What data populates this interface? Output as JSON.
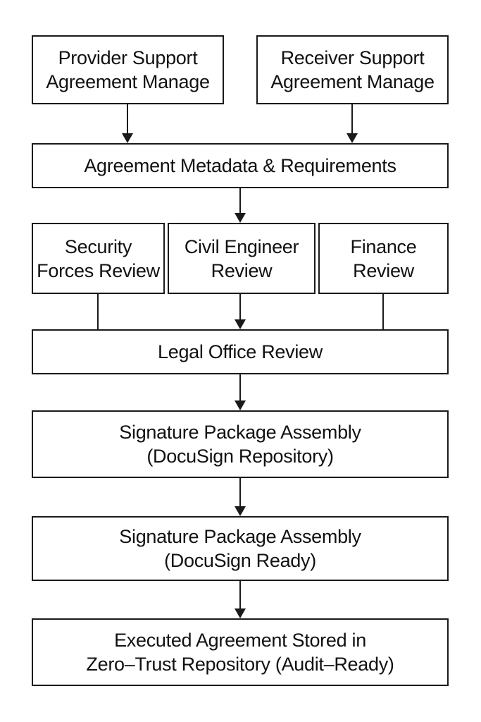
{
  "colors": {
    "background": "#ffffff",
    "line": "#1a1a1a",
    "text": "#111111"
  },
  "flowchart": {
    "nodes": [
      {
        "id": "provider-support-agreement-manage",
        "lines": [
          "Provider Support",
          "Agreement Manage"
        ]
      },
      {
        "id": "receiver-support-agreement-manage",
        "lines": [
          "Receiver Support",
          "Agreement Manage"
        ]
      },
      {
        "id": "agreement-metadata-requirements",
        "lines": [
          "Agreement Metadata & Requirements"
        ]
      },
      {
        "id": "security-forces-review",
        "lines": [
          "Security",
          "Forces Review"
        ]
      },
      {
        "id": "civil-engineer-review",
        "lines": [
          "Civil Engineer",
          "Review"
        ]
      },
      {
        "id": "finance-review",
        "lines": [
          "Finance",
          "Review"
        ]
      },
      {
        "id": "legal-office-review",
        "lines": [
          "Legal Office Review"
        ]
      },
      {
        "id": "signature-package-assembly-docusign-repository",
        "lines": [
          "Signature Package Assembly",
          "(DocuSign Repository)"
        ]
      },
      {
        "id": "signature-package-assembly-docusign-ready",
        "lines": [
          "Signature Package Assembly",
          "(DocuSign Ready)"
        ]
      },
      {
        "id": "executed-agreement-zero-trust",
        "lines": [
          "Executed Agreement Stored in",
          "Zero–Trust Repository (Audit–Ready)"
        ]
      }
    ],
    "edges": [
      {
        "from": "provider-support-agreement-manage",
        "to": "agreement-metadata-requirements",
        "arrowhead": true
      },
      {
        "from": "receiver-support-agreement-manage",
        "to": "agreement-metadata-requirements",
        "arrowhead": true
      },
      {
        "from": "agreement-metadata-requirements",
        "to": "civil-engineer-review",
        "arrowhead": true
      },
      {
        "from": "security-forces-review",
        "to": "legal-office-review",
        "arrowhead": false
      },
      {
        "from": "civil-engineer-review",
        "to": "legal-office-review",
        "arrowhead": true
      },
      {
        "from": "finance-review",
        "to": "legal-office-review",
        "arrowhead": false
      },
      {
        "from": "legal-office-review",
        "to": "signature-package-assembly-docusign-repository",
        "arrowhead": true
      },
      {
        "from": "signature-package-assembly-docusign-repository",
        "to": "signature-package-assembly-docusign-ready",
        "arrowhead": true
      },
      {
        "from": "signature-package-assembly-docusign-ready",
        "to": "executed-agreement-zero-trust",
        "arrowhead": true
      }
    ]
  }
}
